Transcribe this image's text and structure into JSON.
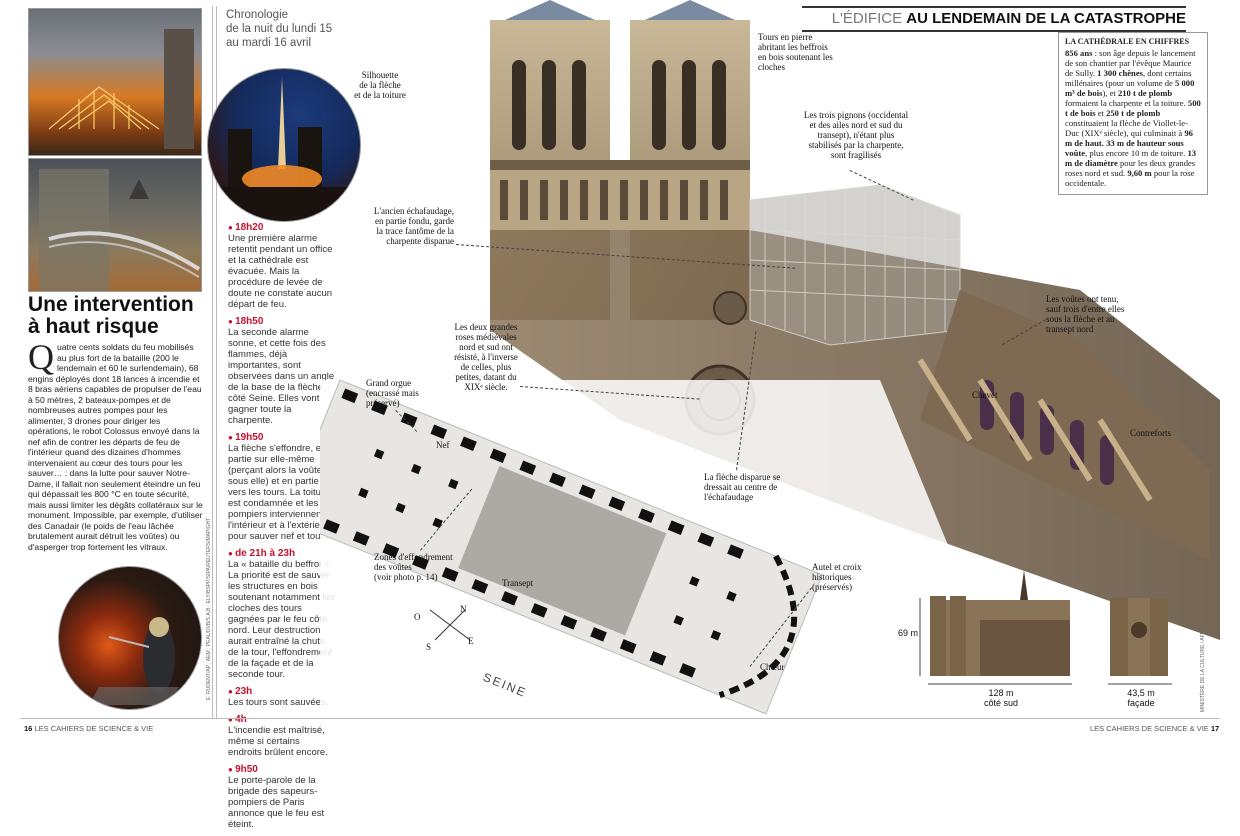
{
  "left_page": {
    "headline_line1": "Une intervention",
    "headline_line2": "à haut risque",
    "dropcap": "Q",
    "body": "uatre cents soldats du feu mobilisés au plus fort de la bataille (200 le lendemain et 60 le surlendemain), 68 engins déployés dont 18 lances à incendie et 8 bras aériens capables de propulser de l'eau à 50 mètres, 2 bateaux-pompes et de nombreuses autres pompes pour les alimenter, 3 drones pour diriger les opérations, le robot Colossus envoyé dans la nef afin de contrer les départs de feu de l'intérieur quand des dizaines d'hommes intervenaient au cœur des tours pour les sauver… : dans la lutte pour sauver Notre-Dame, il fallait non seulement éteindre un feu qui dépassait les 800 °C en toute sécurité, mais aussi limiter les dégâts collatéraux sur le monument. Impossible, par exemple, d'utiliser des Canadair (le poids de l'eau lâchée brutalement aurait détruit les voûtes) ou d'asperger trop fortement les vitraux.",
    "credit_vertical": "E. RUDENT/AP ; AEM ; PEAL/DVB/S.A.B ; ELY/BSPP/SIPA/REUTERS/MAPIGHT",
    "folio": "16",
    "publication": "LES CAHIERS DE SCIENCE & VIE"
  },
  "chronology": {
    "title_line1": "Chronologie",
    "title_line2": "de la nuit du lundi 15",
    "title_line3": "au mardi 16 avril",
    "photo_caption_line1": "Silhouette",
    "photo_caption_line2": "de la flèche",
    "photo_caption_line3": "et de la toiture",
    "entries": [
      {
        "time": "18h20",
        "text": "Une première alarme retentit pendant un office et la cathédrale est évacuée. Mais la procédure de levée de doute ne constate aucun départ de feu."
      },
      {
        "time": "18h50",
        "text": "La seconde alarme sonne, et cette fois des flammes, déjà importantes, sont observées dans un angle de la base de la flèche, côté Seine. Elles vont gagner toute la charpente."
      },
      {
        "time": "19h50",
        "text": "La flèche s'effondre, en partie sur elle-même (perçant alors la voûte sous elle) et en partie vers les tours. La toiture est condamnée et les pompiers interviennent à l'intérieur et à l'extérieur pour sauver nef et tours."
      },
      {
        "time": "de 21h à 23h",
        "text": "La « bataille du beffroi ». La priorité est de sauver les structures en bois soutenant notamment les cloches des tours gagnées par le feu côté nord. Leur destruction aurait entraîné la chute de la tour, l'effondrement de la façade et de la seconde tour."
      },
      {
        "time": "23h",
        "text": "Les tours sont sauvées."
      },
      {
        "time": "4h",
        "text": "L'incendie est maîtrisé, même si certains endroits brûlent encore."
      },
      {
        "time": "9h50",
        "text": "Le porte-parole de la brigade des sapeurs-pompiers de Paris annonce que le feu est éteint."
      }
    ]
  },
  "header": {
    "section_light": "L'ÉDIFICE",
    "section_bold": "AU LENDEMAIN DE LA CATASTROPHE"
  },
  "facts": {
    "title": "LA CATHÉDRALE EN CHIFFRES",
    "lines": [
      {
        "b": "856 ans",
        "t": " : son âge depuis le lancement de son chantier par l'évêque Maurice de Sully."
      },
      {
        "b": "1 300 chênes",
        "t": ", dont certains millénaires (pour un volume de "
      },
      {
        "b": "5 000 m³ de bois",
        "t": "), et "
      },
      {
        "b": "210 t de plomb",
        "t": " formaient la charpente et la toiture."
      },
      {
        "b": "500 t de bois",
        "t": " et "
      },
      {
        "b": "250 t de plomb",
        "t": " constituaient la flèche de Viollet-le-Duc (XIXᵉ siècle), qui culminait à "
      },
      {
        "b": "96 m de haut.",
        "t": ""
      },
      {
        "b": "33 m de hauteur sous voûte",
        "t": ", plus encore 10 m de toiture."
      },
      {
        "b": "13 m de diamètre",
        "t": " pour les deux grandes roses nord et sud."
      },
      {
        "b": "9,60 m",
        "t": " pour la rose occidentale."
      }
    ]
  },
  "annotations": {
    "towers": "Tours en pierre abritant les beffrois en bois soutenant les cloches",
    "gables": "Les trois pignons (occidental et des ailes nord et sud du transept), n'étant plus stabilisés par la charpente, sont fragilisés",
    "scaffold": "L'ancien échafaudage, en partie fondu, garde la trace fantôme de la charpente disparue",
    "roses": "Les deux grandes roses médiévales nord et sud ont résisté, à l'inverse de celles, plus petites, datant du XIXᵉ siècle.",
    "vaults": "Les voûtes ont tenu, sauf trois d'entre elles sous la flèche et au transept nord",
    "organ": "Grand orgue (encrassé mais préservé)",
    "nave": "Nef",
    "chevet": "Chevet",
    "buttresses": "Contreforts",
    "spire": "La flèche disparue se dressait au centre de l'échafaudage",
    "collapse": "Zones d'effondrement des voûtes",
    "collapse_ref": "(voir photo p. 14)",
    "transept": "Transept",
    "altar": "Autel et croix historiques (préservés)",
    "choir": "Chœur",
    "seine": "SEINE",
    "compass_o": "O",
    "compass_n": "N",
    "compass_e": "E",
    "compass_s": "S"
  },
  "dimensions": {
    "height": "69 m",
    "south_length": "128 m",
    "south_label": "côté sud",
    "facade_width": "43,5 m",
    "facade_label": "façade"
  },
  "right_page": {
    "credit_vertical": "MINISTÈRE DE LA CULTURE / AFP",
    "folio": "17",
    "publication": "LES CAHIERS DE SCIENCE & VIE"
  }
}
